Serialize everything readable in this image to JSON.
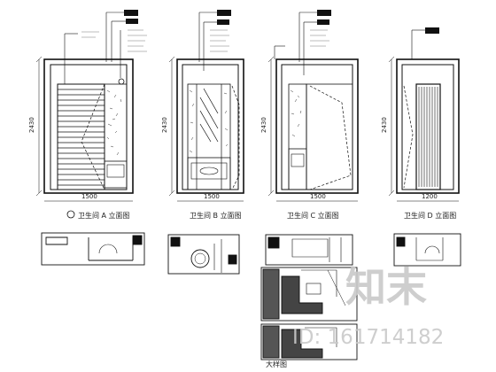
{
  "captions": {
    "elev1": "卫生间 A 立面图",
    "elev2": "卫生间 B 立面图",
    "elev3": "卫生间 C 立面图",
    "elev4": "卫生间 D 立面图",
    "section": "大样图"
  },
  "dims": {
    "d1": "2430",
    "d2": "2430",
    "d3": "2430",
    "d4": "2430",
    "w1": "1500",
    "w2": "1500",
    "w3": "1500",
    "w4": "1200"
  },
  "watermark": {
    "brand": "知末",
    "id": "ID: 161714182"
  }
}
